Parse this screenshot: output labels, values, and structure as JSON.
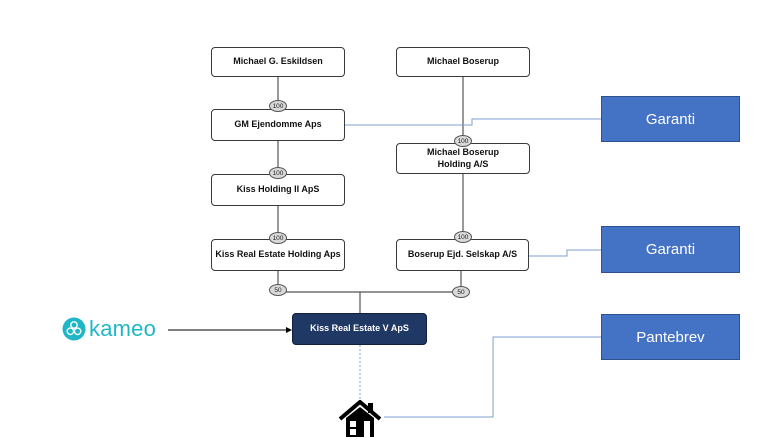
{
  "entities": {
    "michael_g_eskildsen": "Michael G. Eskildsen",
    "michael_boserup": "Michael Boserup",
    "gm_ejendomme": "GM Ejendomme Aps",
    "michael_boserup_holding": "Michael Boserup Holding A/S",
    "kiss_holding": "Kiss Holding II ApS",
    "kiss_real_estate_holding": "Kiss Real Estate Holding Aps",
    "boserup_ejd": "Boserup Ejd. Selskap A/S",
    "kiss_real_estate_v": "Kiss Real Estate V ApS"
  },
  "ownership": {
    "eskildsen_to_gm": "100",
    "gm_to_kiss_holding": "100",
    "kiss_holding_to_kre_holding": "100",
    "boserup_to_holding": "100",
    "holding_to_boserup_ejd": "100",
    "kre_holding_to_kre_v": "50",
    "boserup_ejd_to_kre_v": "50"
  },
  "security": {
    "garanti_1": "Garanti",
    "garanti_2": "Garanti",
    "pantebrev": "Pantebrev"
  },
  "lender": {
    "name": "kameo",
    "color": "#1fb6c8"
  },
  "property": {
    "icon": "house-icon"
  },
  "colors": {
    "box_border": "#3a3a3a",
    "dark_box": "#1f3864",
    "security_blue": "#4472c4",
    "connector_blue": "#7f9fd1"
  }
}
